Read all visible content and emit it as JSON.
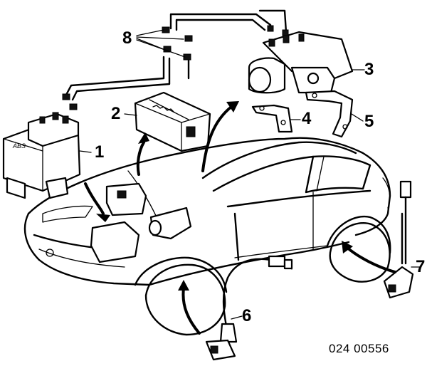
{
  "callouts": [
    {
      "id": "1",
      "label": "1"
    },
    {
      "id": "2",
      "label": "2"
    },
    {
      "id": "3",
      "label": "3"
    },
    {
      "id": "4",
      "label": "4"
    },
    {
      "id": "5",
      "label": "5"
    },
    {
      "id": "6",
      "label": "6"
    },
    {
      "id": "7",
      "label": "7"
    },
    {
      "id": "8",
      "label": "8"
    }
  ],
  "abs_unit_text": "ABS",
  "diagram_number": "024 00556"
}
